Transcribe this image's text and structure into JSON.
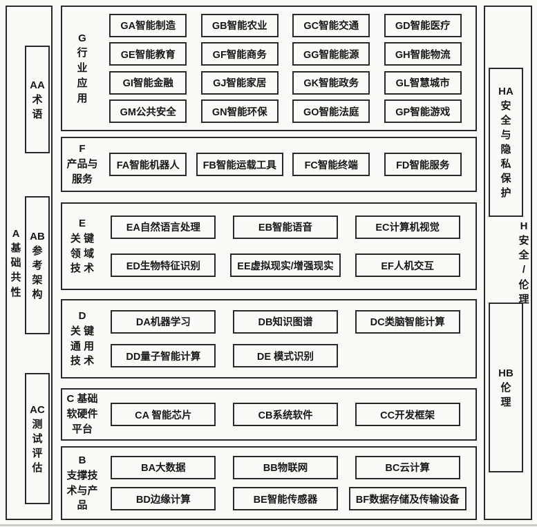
{
  "left_column": {
    "label": "A\n基\n础\n共\n性",
    "items": [
      "AA\n术\n语",
      "AB\n参\n考\n架\n构",
      "AC\n测\n试\n评\n估"
    ]
  },
  "right_column": {
    "label": "H\n安\n全\n/\n伦\n理",
    "items": [
      "HA\n安\n全\n与\n隐\n私\n保\n护",
      "HB\n伦\n理"
    ]
  },
  "sections": [
    {
      "id": "G",
      "label": "G\n行\n业\n应\n用",
      "items": [
        "GA智能制造",
        "GB智能农业",
        "GC智能交通",
        "GD智能医疗",
        "GE智能教育",
        "GF智能商务",
        "GG智能能源",
        "GH智能物流",
        "GI智能金融",
        "GJ智能家居",
        "GK智能政务",
        "GL智慧城市",
        "GM公共安全",
        "GN智能环保",
        "GO智能法庭",
        "GP智能游戏"
      ]
    },
    {
      "id": "F",
      "label": "F\n产品与\n服务",
      "items": [
        "FA智能机器人",
        "FB智能运载工具",
        "FC智能终端",
        "FD智能服务"
      ]
    },
    {
      "id": "E",
      "label": "E\n关 键\n领 域\n技 术",
      "items": [
        "EA自然语言处理",
        "EB智能语音",
        "EC计算机视觉",
        "ED生物特征识别",
        "EE虚拟现实/增强现实",
        "EF人机交互"
      ]
    },
    {
      "id": "D",
      "label": "D\n关 键\n通 用\n技 术",
      "items": [
        "DA机器学习",
        "DB知识图谱",
        "DC类脑智能计算",
        "DD量子智能计算",
        "DE 模式识别"
      ]
    },
    {
      "id": "C",
      "label": "C 基础\n软硬件\n平台",
      "items": [
        "CA 智能芯片",
        "CB系统软件",
        "CC开发框架"
      ]
    },
    {
      "id": "B",
      "label": "B\n支撑技\n术与产\n品",
      "items": [
        "BA大数据",
        "BB物联网",
        "BC云计算",
        "BD边缘计算",
        "BE智能传感器",
        "BF数据存储及传输设备"
      ]
    }
  ]
}
